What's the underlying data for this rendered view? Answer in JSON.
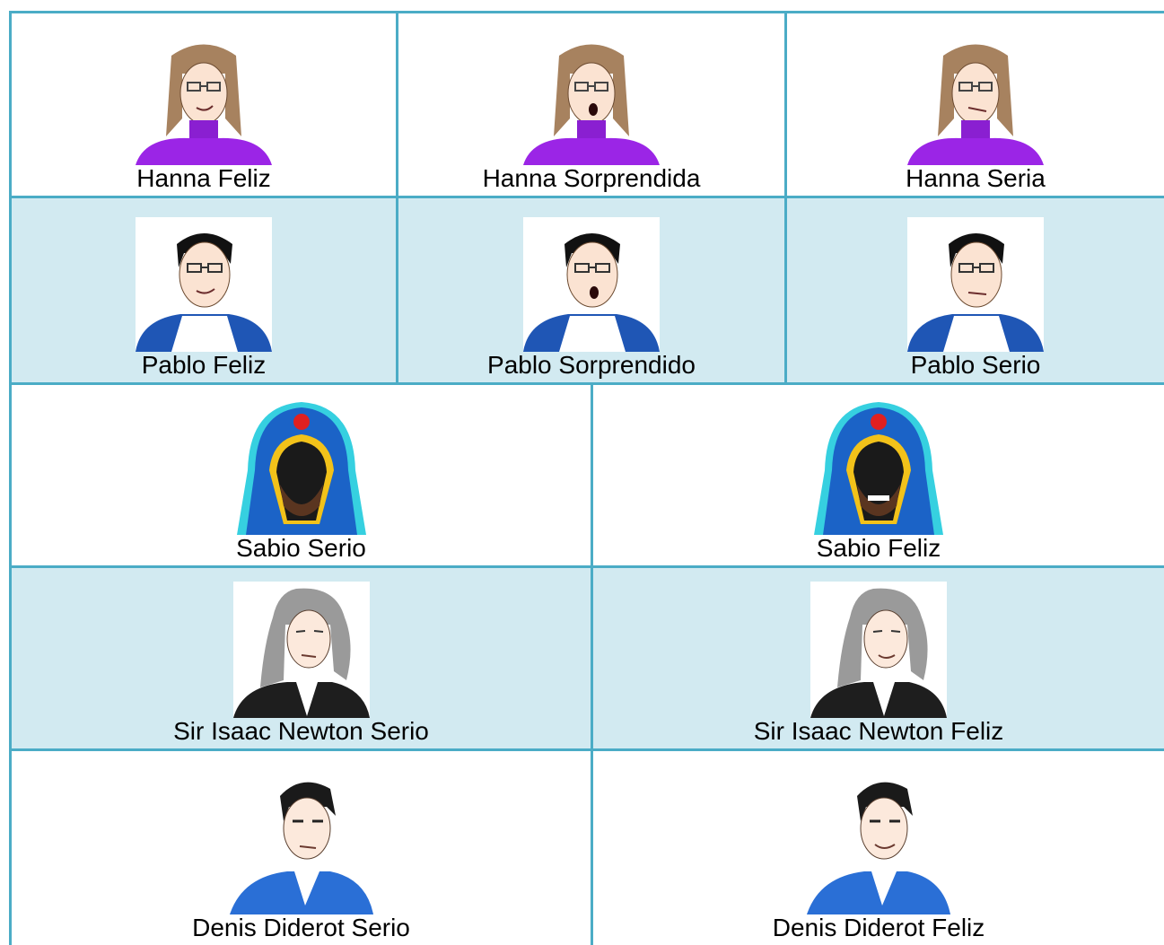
{
  "colors": {
    "border": "#4bacc6",
    "band": "#d2eaf1"
  },
  "rows": [
    {
      "cells": [
        {
          "label": "Hanna Feliz",
          "icon": "hanna-happy-portrait"
        },
        {
          "label": "Hanna Sorprendida",
          "icon": "hanna-surprised-portrait"
        },
        {
          "label": "Hanna Seria",
          "icon": "hanna-serious-portrait"
        }
      ]
    },
    {
      "cells": [
        {
          "label": "Pablo Feliz",
          "icon": "pablo-happy-portrait"
        },
        {
          "label": "Pablo Sorprendido",
          "icon": "pablo-surprised-portrait"
        },
        {
          "label": "Pablo Serio",
          "icon": "pablo-serious-portrait"
        }
      ]
    },
    {
      "cells": [
        {
          "label": "Sabio Serio",
          "icon": "sage-serious-portrait"
        },
        {
          "label": "Sabio Feliz",
          "icon": "sage-happy-portrait"
        }
      ]
    },
    {
      "cells": [
        {
          "label": "Sir Isaac Newton Serio",
          "icon": "newton-serious-portrait"
        },
        {
          "label": "Sir Isaac Newton Feliz",
          "icon": "newton-happy-portrait"
        }
      ]
    },
    {
      "cells": [
        {
          "label": "Denis Diderot Serio",
          "icon": "diderot-serious-portrait"
        },
        {
          "label": "Denis Diderot Feliz",
          "icon": "diderot-happy-portrait"
        }
      ]
    }
  ]
}
